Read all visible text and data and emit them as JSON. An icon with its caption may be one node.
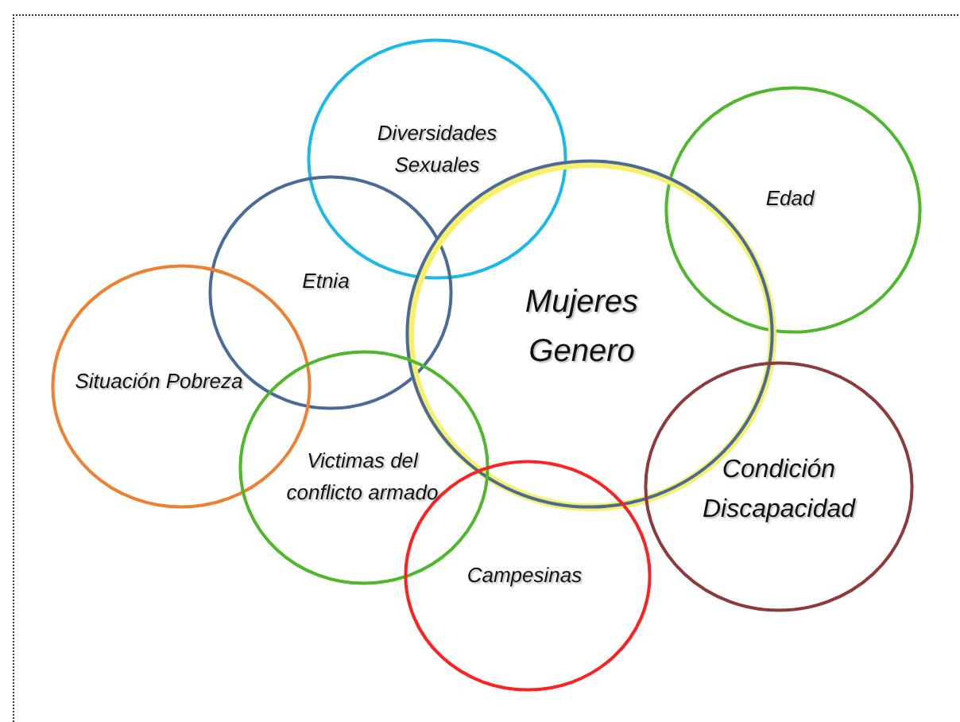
{
  "diagram": {
    "nodes": [
      {
        "text": [
          "Diversidades Sexuales"
        ]
      },
      {
        "text": [
          "Edad"
        ]
      },
      {
        "text": [
          "Etnia"
        ]
      },
      {
        "text": [
          "Mujeres Genero"
        ]
      },
      {
        "text": [
          "Situación Pobreza"
        ]
      },
      {
        "text": [
          "Victimas del conflicto armado"
        ]
      },
      {
        "text": [
          "Condición Discapacidad"
        ]
      },
      {
        "text": [
          "Campesinas"
        ]
      }
    ]
  }
}
